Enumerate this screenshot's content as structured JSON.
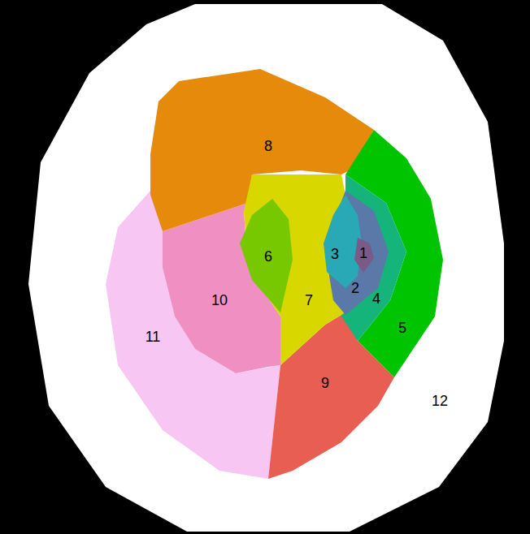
{
  "diagram": {
    "labels": [
      "8",
      "1",
      "3",
      "6",
      "10",
      "7",
      "2",
      "4",
      "5",
      "11",
      "9",
      "12"
    ]
  }
}
